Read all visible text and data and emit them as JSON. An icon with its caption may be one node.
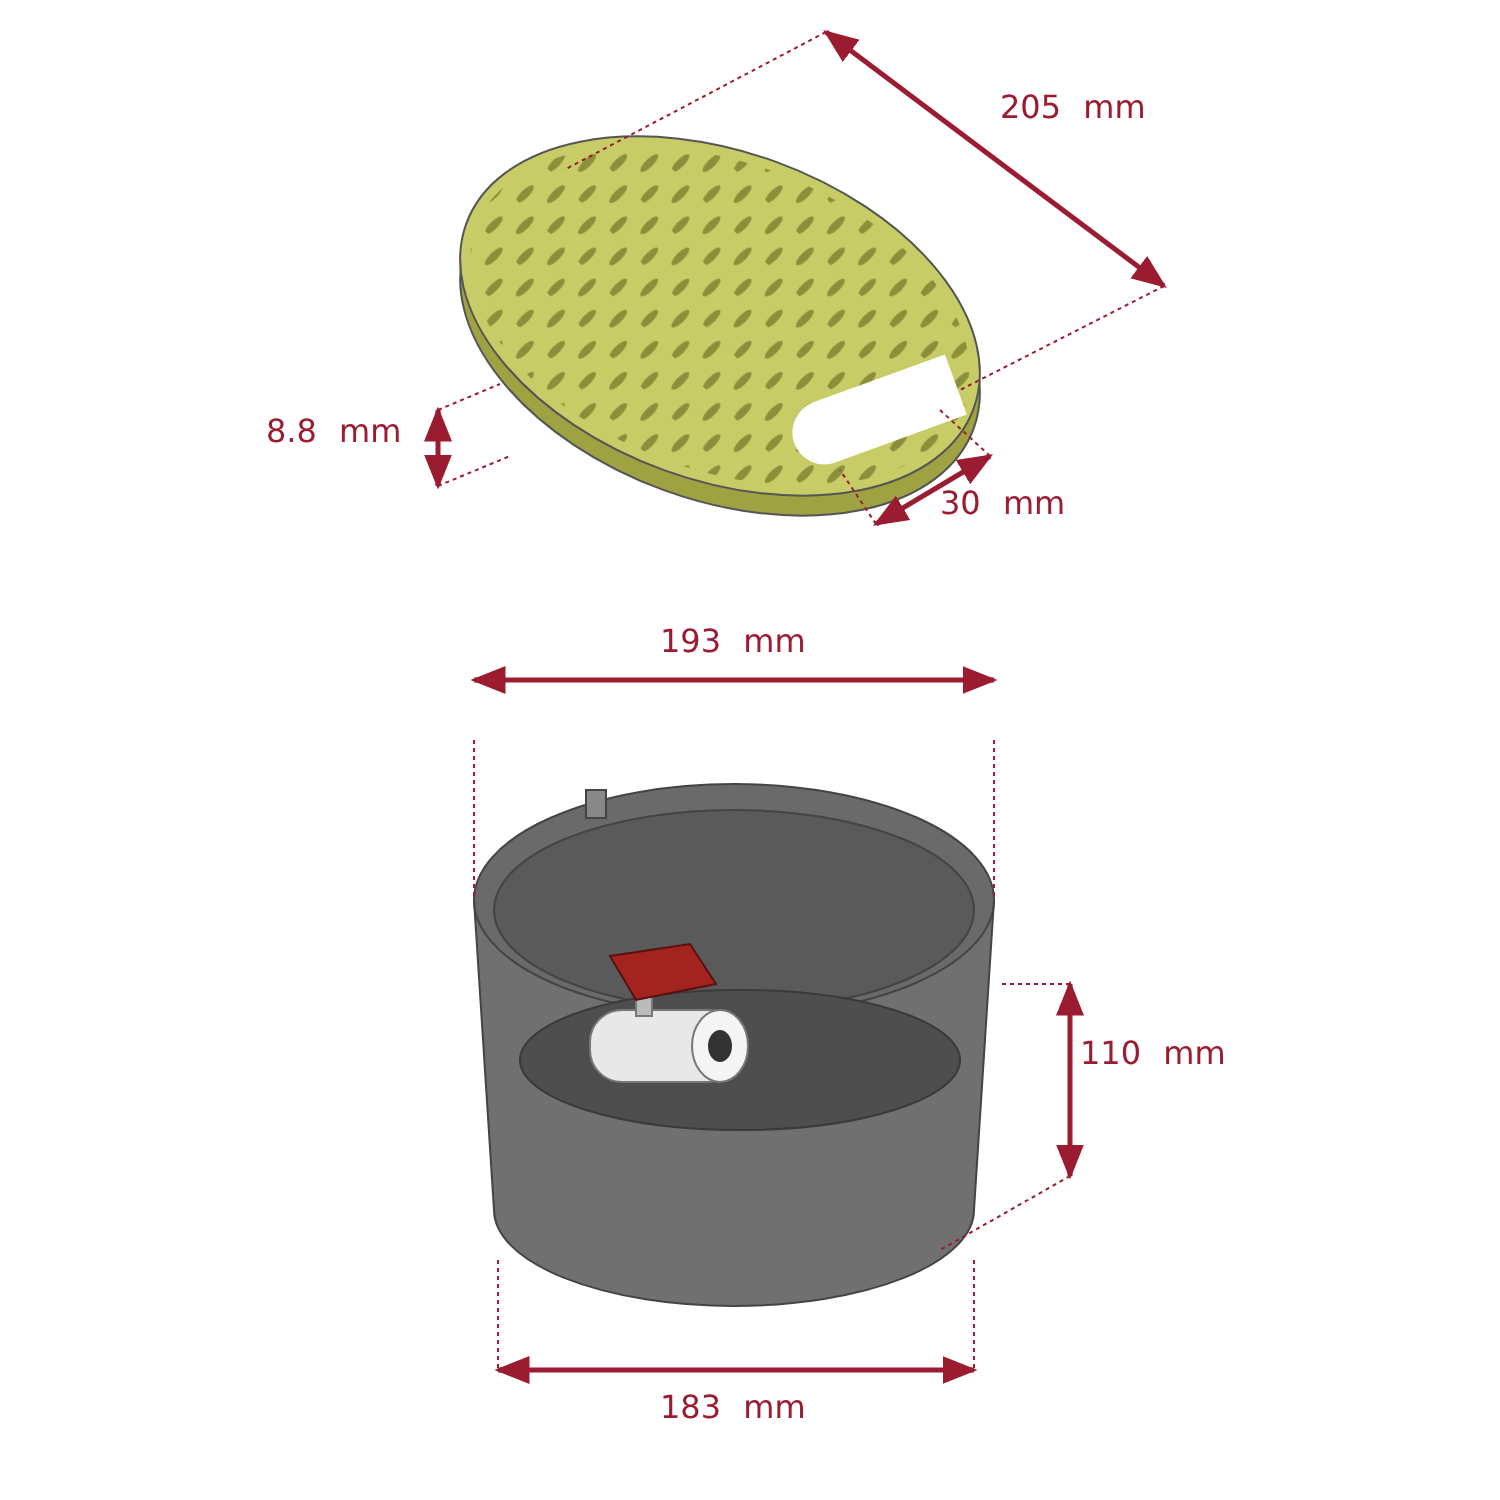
{
  "diagram": {
    "labels": [
      "205 mm",
      "8.8 mm",
      "30 mm",
      "193 mm",
      "110 mm",
      "183 mm"
    ]
  }
}
